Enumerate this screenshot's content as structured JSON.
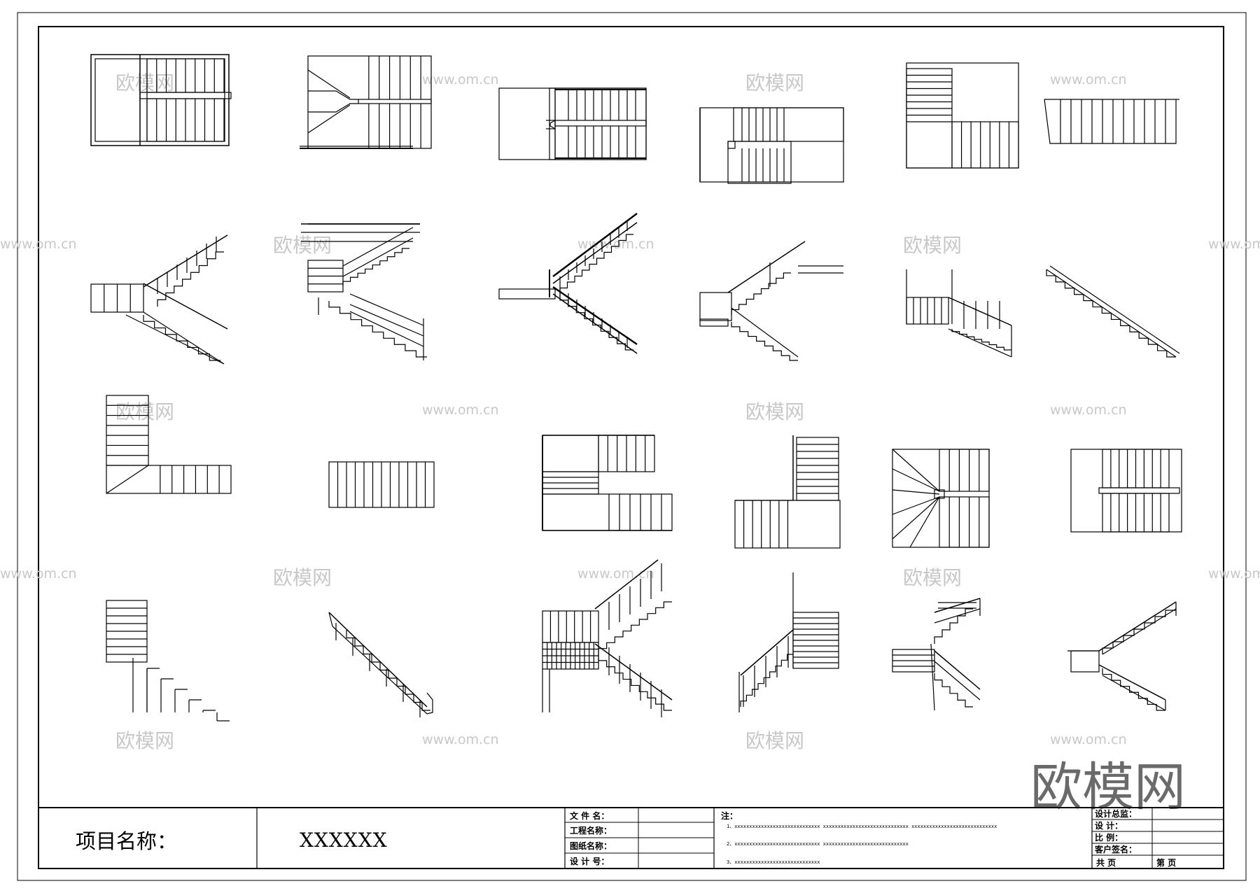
{
  "title_block": {
    "project_label": "项目名称：",
    "project_value": "XXXXXX",
    "fields_left": [
      "文 件 名：",
      "工程名称：",
      "图纸名称：",
      "设 计 号："
    ],
    "notes_title": "注：",
    "notes": [
      "1、xxxxxxxxxxxxxxxxxxxxxxxxxxxxx    xxxxxxxxxxxxxxxxxxxxxxxxxxxxx    xxxxxxxxxxxxxxxxxxxxxxxxxxxxx",
      "2、xxxxxxxxxxxxxxxxxxxxxxxxxxxxx    xxxxxxxxxxxxxxxxxxxxxxxxxxxxx",
      "3、xxxxxxxxxxxxxxxxxxxxxxxxxxxxx"
    ],
    "fields_right": [
      "设计总监：",
      "设    计：",
      "比    例：",
      "客户签名："
    ],
    "sheet_total": "共      页",
    "sheet_index": "第      页"
  },
  "watermarks": {
    "cn": "欧模网",
    "url": "www.om.cn",
    "logo": "欧模网"
  },
  "drawings": {
    "count": 24,
    "rows": [
      [
        "plan",
        "plan",
        "plan",
        "plan",
        "plan",
        "plan"
      ],
      [
        "elevation",
        "elevation",
        "elevation",
        "elevation",
        "elevation",
        "elevation"
      ],
      [
        "plan",
        "plan",
        "plan",
        "plan",
        "plan",
        "plan"
      ],
      [
        "elevation",
        "elevation",
        "elevation",
        "elevation",
        "elevation",
        "elevation"
      ]
    ]
  }
}
